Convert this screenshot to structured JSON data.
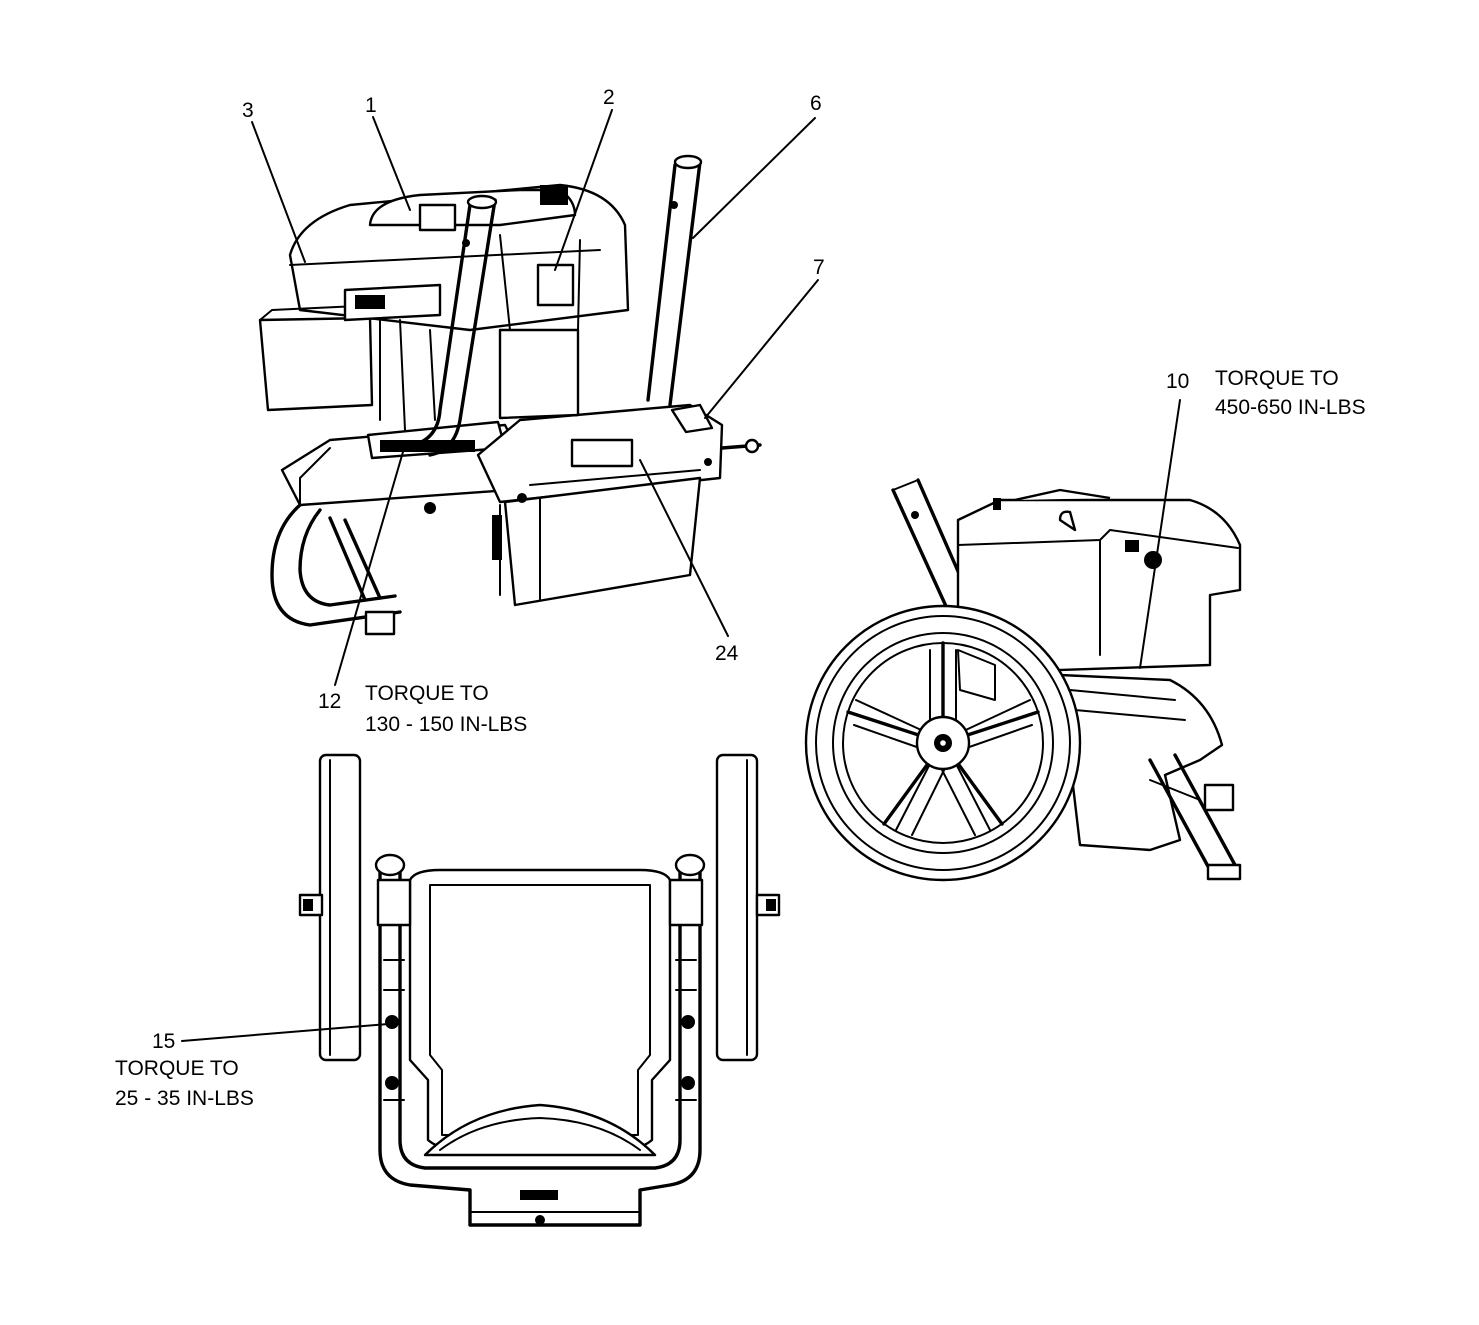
{
  "callouts": {
    "c1": "1",
    "c2": "2",
    "c3": "3",
    "c6": "6",
    "c7": "7",
    "c10": "10",
    "c12": "12",
    "c15": "15",
    "c24": "24"
  },
  "torque_notes": {
    "item10_line1": "TORQUE TO",
    "item10_line2": "450-650 IN-LBS",
    "item12_line1": "TORQUE TO",
    "item12_line2": "130 - 150 IN-LBS",
    "item15_line1": "TORQUE TO",
    "item15_line2": "25 - 35 IN-LBS"
  }
}
